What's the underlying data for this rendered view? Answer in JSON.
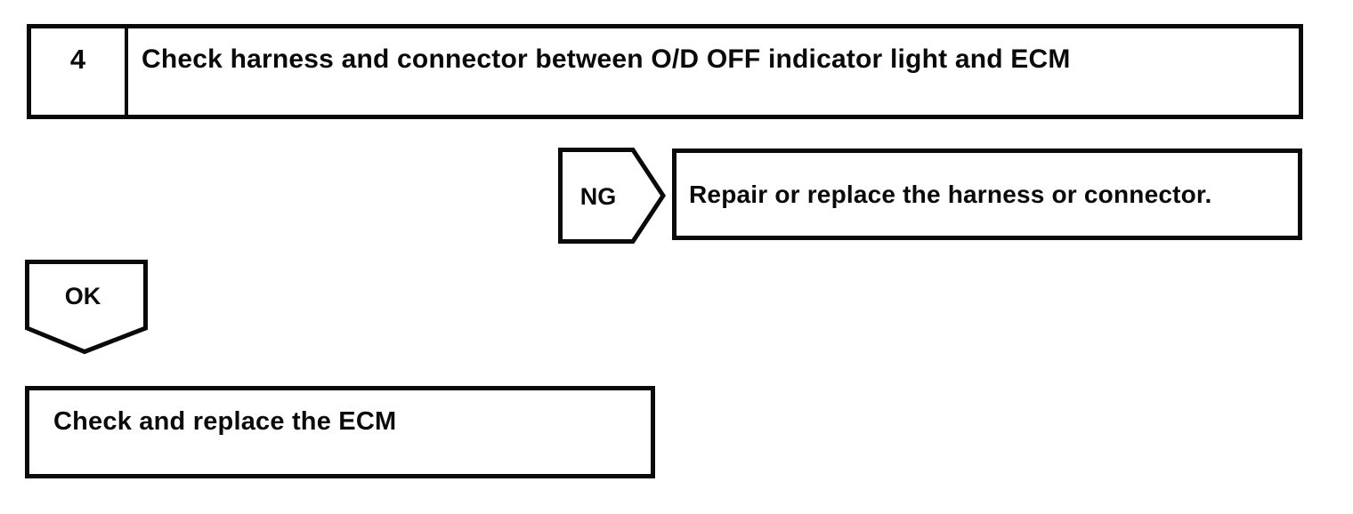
{
  "canvas": {
    "background": "#ffffff",
    "ink": "#0a0a0a"
  },
  "step": {
    "number": "4",
    "title": "Check harness and connector between O/D OFF indicator light and ECM"
  },
  "ng": {
    "label": "NG",
    "action": "Repair or replace the harness or connector."
  },
  "ok": {
    "label": "OK"
  },
  "result": {
    "action": "Check and replace the ECM"
  }
}
